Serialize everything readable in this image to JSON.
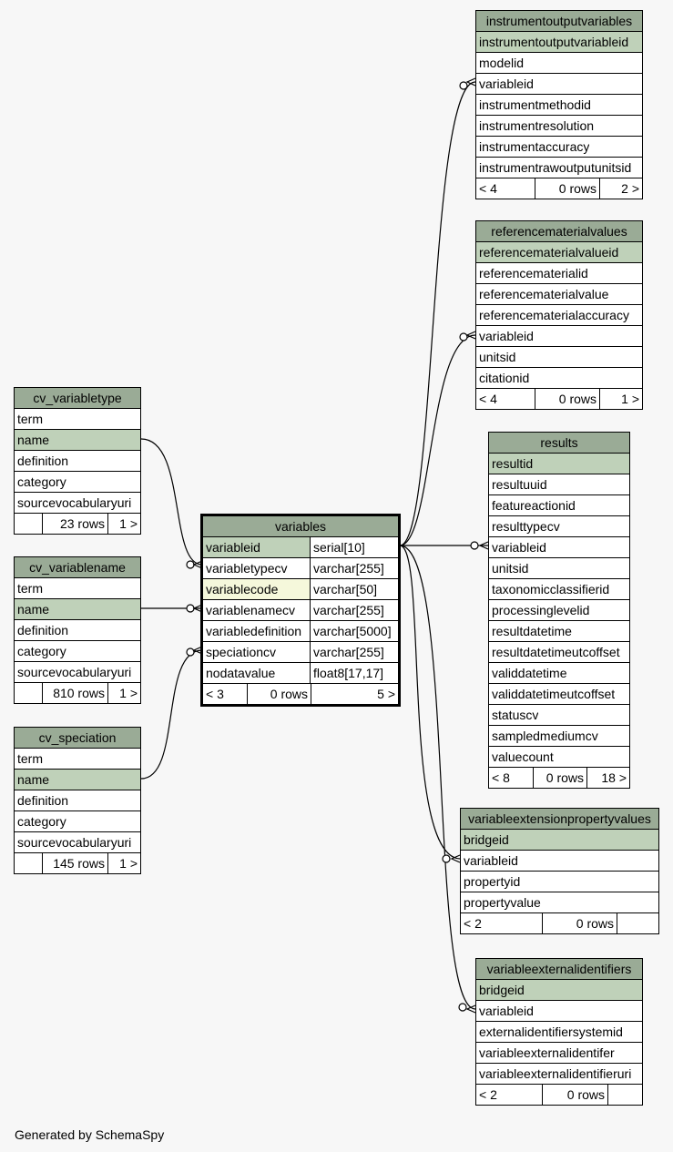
{
  "footer": "Generated by SchemaSpy",
  "colors": {
    "header": "#9aab96",
    "primary_key": "#bfd1b9",
    "indexed": "#f5f8db",
    "background": "#f7f7f7"
  },
  "tables": {
    "instrumentoutputvariables": {
      "name": "instrumentoutputvariables",
      "columns": [
        "instrumentoutputvariableid",
        "modelid",
        "variableid",
        "instrumentmethodid",
        "instrumentresolution",
        "instrumentaccuracy",
        "instrumentrawoutputunitsid"
      ],
      "footer": {
        "left": "< 4",
        "mid": "0 rows",
        "right": "2 >"
      }
    },
    "referencematerialvalues": {
      "name": "referencematerialvalues",
      "columns": [
        "referencematerialvalueid",
        "referencematerialid",
        "referencematerialvalue",
        "referencematerialaccuracy",
        "variableid",
        "unitsid",
        "citationid"
      ],
      "footer": {
        "left": "< 4",
        "mid": "0 rows",
        "right": "1 >"
      }
    },
    "results": {
      "name": "results",
      "columns": [
        "resultid",
        "resultuuid",
        "featureactionid",
        "resulttypecv",
        "variableid",
        "unitsid",
        "taxonomicclassifierid",
        "processinglevelid",
        "resultdatetime",
        "resultdatetimeutcoffset",
        "validdatetime",
        "validdatetimeutcoffset",
        "statuscv",
        "sampledmediumcv",
        "valuecount"
      ],
      "footer": {
        "left": "< 8",
        "mid": "0 rows",
        "right": "18 >"
      }
    },
    "variableextensionpropertyvalues": {
      "name": "variableextensionpropertyvalues",
      "columns": [
        "bridgeid",
        "variableid",
        "propertyid",
        "propertyvalue"
      ],
      "footer": {
        "left": "< 2",
        "mid": "0 rows",
        "right": ""
      }
    },
    "variableexternalidentifiers": {
      "name": "variableexternalidentifiers",
      "columns": [
        "bridgeid",
        "variableid",
        "externalidentifiersystemid",
        "variableexternalidentifer",
        "variableexternalidentifieruri"
      ],
      "footer": {
        "left": "< 2",
        "mid": "0 rows",
        "right": ""
      }
    },
    "cv_variabletype": {
      "name": "cv_variabletype",
      "columns": [
        "term",
        "name",
        "definition",
        "category",
        "sourcevocabularyuri"
      ],
      "footer": {
        "left": "",
        "mid": "23 rows",
        "right": "1 >"
      }
    },
    "cv_variablename": {
      "name": "cv_variablename",
      "columns": [
        "term",
        "name",
        "definition",
        "category",
        "sourcevocabularyuri"
      ],
      "footer": {
        "left": "",
        "mid": "810 rows",
        "right": "1 >"
      }
    },
    "cv_speciation": {
      "name": "cv_speciation",
      "columns": [
        "term",
        "name",
        "definition",
        "category",
        "sourcevocabularyuri"
      ],
      "footer": {
        "left": "",
        "mid": "145 rows",
        "right": "1 >"
      }
    },
    "variables": {
      "name": "variables",
      "columns": [
        {
          "name": "variableid",
          "type": "serial[10]"
        },
        {
          "name": "variabletypecv",
          "type": "varchar[255]"
        },
        {
          "name": "variablecode",
          "type": "varchar[50]"
        },
        {
          "name": "variablenamecv",
          "type": "varchar[255]"
        },
        {
          "name": "variabledefinition",
          "type": "varchar[5000]"
        },
        {
          "name": "speciationcv",
          "type": "varchar[255]"
        },
        {
          "name": "nodatavalue",
          "type": "float8[17,17]"
        }
      ],
      "footer": {
        "left": "< 3",
        "mid": "0 rows",
        "right": "5 >"
      }
    }
  }
}
